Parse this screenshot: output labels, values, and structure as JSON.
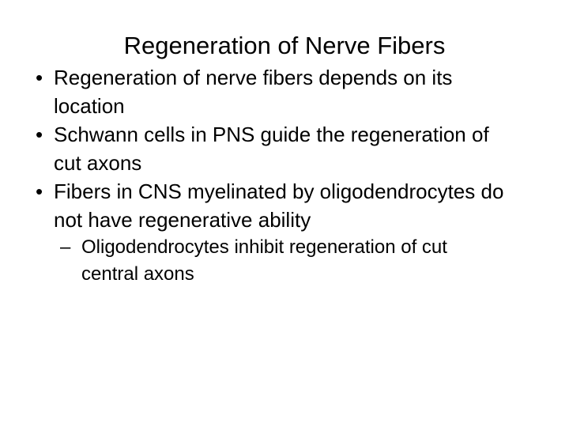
{
  "slide": {
    "title": "Regeneration of Nerve Fibers",
    "background_color": "#ffffff",
    "text_color": "#000000",
    "bullet_glyph": "•",
    "sub_bullet_glyph": "–",
    "bullets": [
      {
        "text": "Regeneration of nerve fibers depends on its location",
        "sub_bullets": []
      },
      {
        "text": "Schwann cells in PNS guide the regeneration of cut axons",
        "sub_bullets": []
      },
      {
        "text": "Fibers in CNS myelinated by oligodendrocytes do not have regenerative ability",
        "sub_bullets": [
          {
            "text": "Oligodendrocytes inhibit regeneration of cut central axons"
          }
        ]
      }
    ]
  }
}
